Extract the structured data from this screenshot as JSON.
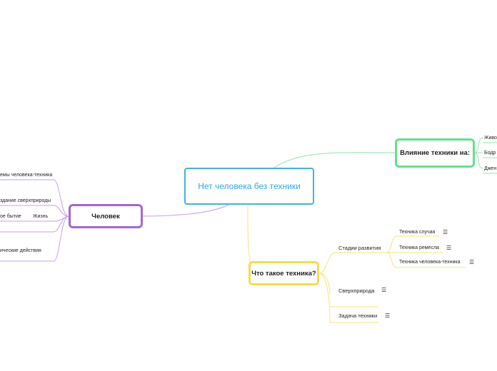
{
  "central": {
    "title": "Нет человека без техники"
  },
  "colors": {
    "central": "#42b1e6",
    "green": "#63e08a",
    "purple": "#a565cf",
    "yellow": "#f3dd4c"
  },
  "influence": {
    "title": "Влияние техники на:",
    "items": [
      "Живо",
      "Бодр",
      "Джен"
    ]
  },
  "what_is": {
    "title": "Что такое техника?",
    "stages": {
      "label": "Стадии развития",
      "items": [
        "Техника случая",
        "Техника ремесла",
        "Техника человека-техника"
      ]
    },
    "supernature": "Сверхприрода",
    "task": "Задача техники"
  },
  "human": {
    "title": "Человек",
    "items": [
      "емы человека-техника",
      "здание сверхприроды",
      "ое бытие",
      "Жизнь",
      "ические действия"
    ]
  },
  "icons": {
    "notes": "menu-lines-icon"
  }
}
